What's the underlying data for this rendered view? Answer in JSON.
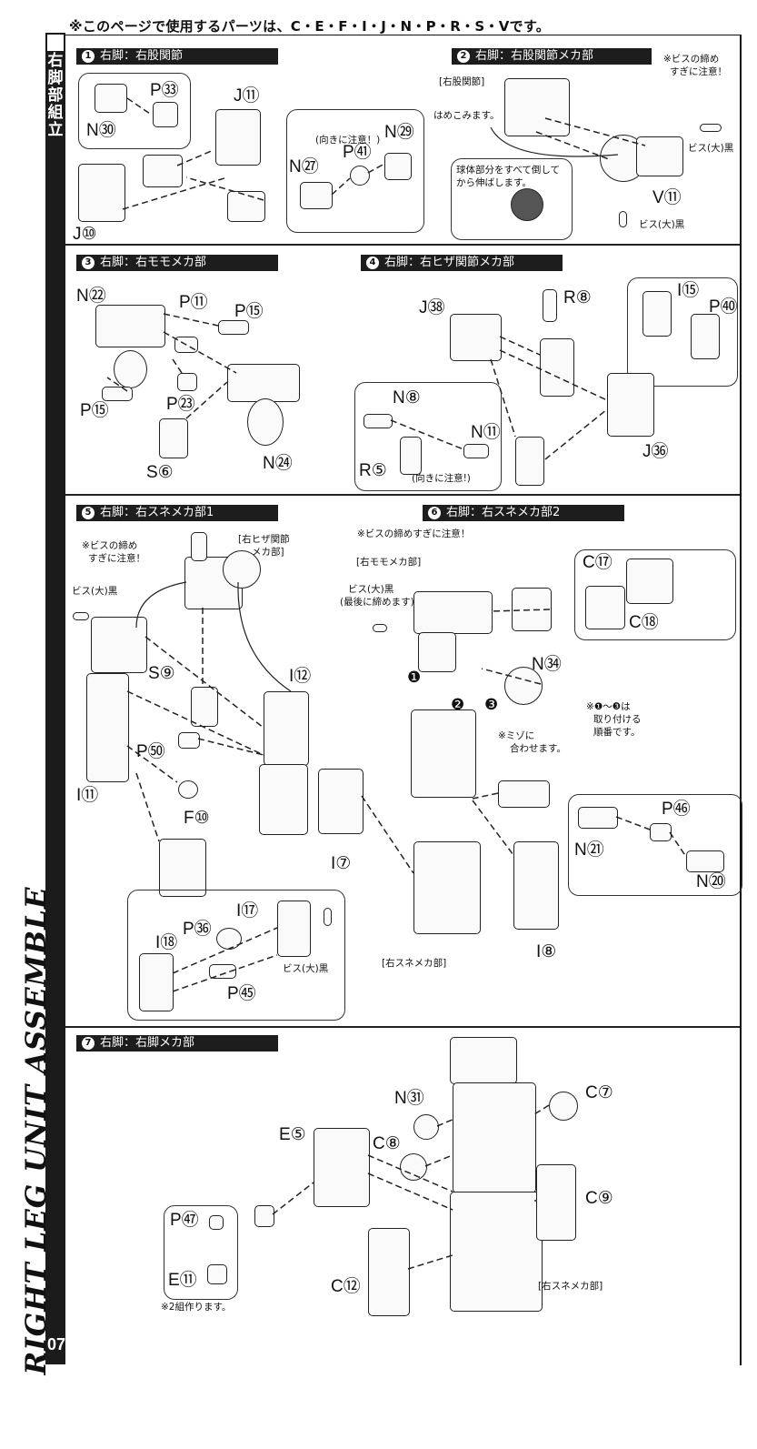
{
  "header": {
    "parts_note": "※このページで使用するパーツは、C・E・F・I・J・N・P・R・S・Vです。"
  },
  "sidebar": {
    "section_title_jp": "右脚部組立",
    "section_title_en": "RIGHT LEG UNIT ASSEMBLE",
    "page_number": "07"
  },
  "steps": [
    {
      "num": "1",
      "title": "右脚：右股関節",
      "labels": [
        "P㉝",
        "N㉚",
        "J⑪",
        "J⑩",
        "N㉗",
        "P㊶",
        "N㉙"
      ],
      "notes": [
        "(向きに注意！)"
      ]
    },
    {
      "num": "2",
      "title": "右脚：右股関節メカ部",
      "labels": [
        "V⑪"
      ],
      "notes": [
        "※ビスの締め",
        "すぎに注意！",
        "[右股関節]",
        "はめこみます。",
        "ビス(大)黒",
        "球体部分をすべて倒して",
        "から伸ばします。",
        "ビス(大)黒"
      ]
    },
    {
      "num": "3",
      "title": "右脚：右モモメカ部",
      "labels": [
        "N㉒",
        "P⑪",
        "P⑮",
        "P⑮",
        "P㉓",
        "S⑥",
        "N㉔"
      ],
      "notes": []
    },
    {
      "num": "4",
      "title": "右脚：右ヒザ関節メカ部",
      "labels": [
        "J㊳",
        "R⑧",
        "I⑮",
        "P㊵",
        "N⑧",
        "N⑪",
        "R⑤",
        "J㊱"
      ],
      "notes": [
        "(向きに注意!)"
      ]
    },
    {
      "num": "5",
      "title": "右脚：右スネメカ部1",
      "labels": [
        "S⑨",
        "I⑫",
        "P㊿",
        "I⑪",
        "F⑩",
        "I⑰",
        "P㊱",
        "I⑱",
        "P㊺"
      ],
      "notes": [
        "※ビスの締め",
        "すぎに注意！",
        "[右ヒザ関節",
        "メカ部]",
        "ビス(大)黒",
        "ビス(大)黒"
      ]
    },
    {
      "num": "6",
      "title": "右脚：右スネメカ部2",
      "labels": [
        "C⑰",
        "C⑱",
        "N㉞",
        "I⑦",
        "P㊻",
        "N㉑",
        "N⑳",
        "I⑧"
      ],
      "notes": [
        "※ビスの締めすぎに注意！",
        "[右モモメカ部]",
        "ビス(大)黒",
        "(最後に締めます)",
        "※ミゾに",
        "合わせます。",
        "※❶〜❸は",
        "取り付ける",
        "順番です。",
        "[右スネメカ部]"
      ],
      "order_marks": [
        "❶",
        "❷",
        "❸"
      ]
    },
    {
      "num": "7",
      "title": "右脚：右脚メカ部",
      "labels": [
        "N㉛",
        "C⑦",
        "E⑤",
        "C⑧",
        "C⑨",
        "P㊼",
        "E⑪",
        "C⑫"
      ],
      "notes": [
        "※2組作ります。",
        "[右スネメカ部]"
      ]
    }
  ]
}
